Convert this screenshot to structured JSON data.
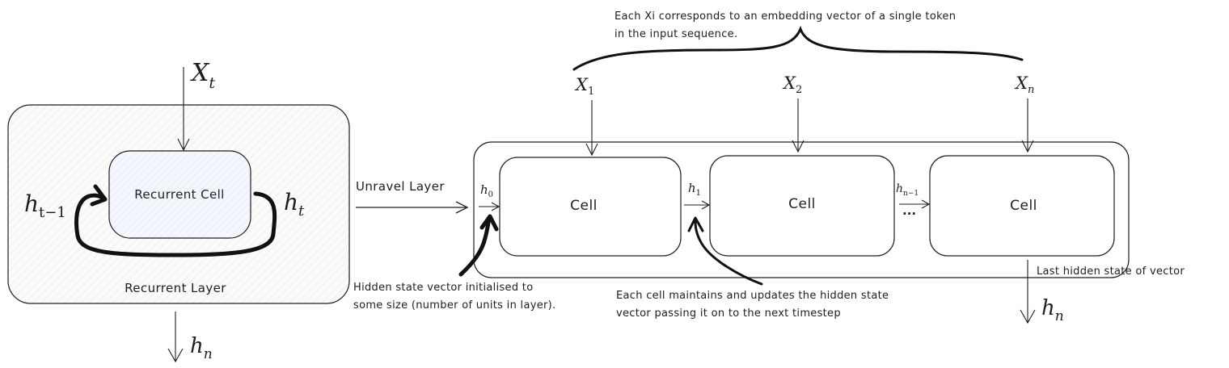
{
  "recurrent_layer": {
    "input_main": "X",
    "input_sub": "t",
    "cell_label": "Recurrent Cell",
    "prev_state_main": "h",
    "prev_state_sub": "t−1",
    "next_state_main": "h",
    "next_state_sub": "t",
    "layer_label": "Recurrent Layer",
    "output_main": "h",
    "output_sub": "n"
  },
  "unravel_label": "Unravel Layer",
  "unrolled": {
    "inputs": [
      {
        "main": "X",
        "sub": "1"
      },
      {
        "main": "X",
        "sub": "2"
      },
      {
        "main": "X",
        "sub": "n"
      }
    ],
    "cells": [
      "Cell",
      "Cell",
      "Cell"
    ],
    "states": [
      {
        "main": "h",
        "sub": "0"
      },
      {
        "main": "h",
        "sub": "1"
      },
      {
        "main": "h",
        "sub": "n−1"
      }
    ],
    "ellipsis": "...",
    "output_main": "h",
    "output_sub": "n"
  },
  "annotations": {
    "token_line1": "Each Xi corresponds to an embedding vector of a single token",
    "token_line2": "in the input sequence.",
    "hidden_init_line1": "Hidden state vector initialised to",
    "hidden_init_line2": "some size (number of units in layer).",
    "cell_update_line1": "Each cell maintains and updates the hidden state",
    "cell_update_line2": "vector passing it on to the next timestep",
    "last_hidden": "Last hidden state of vector"
  }
}
